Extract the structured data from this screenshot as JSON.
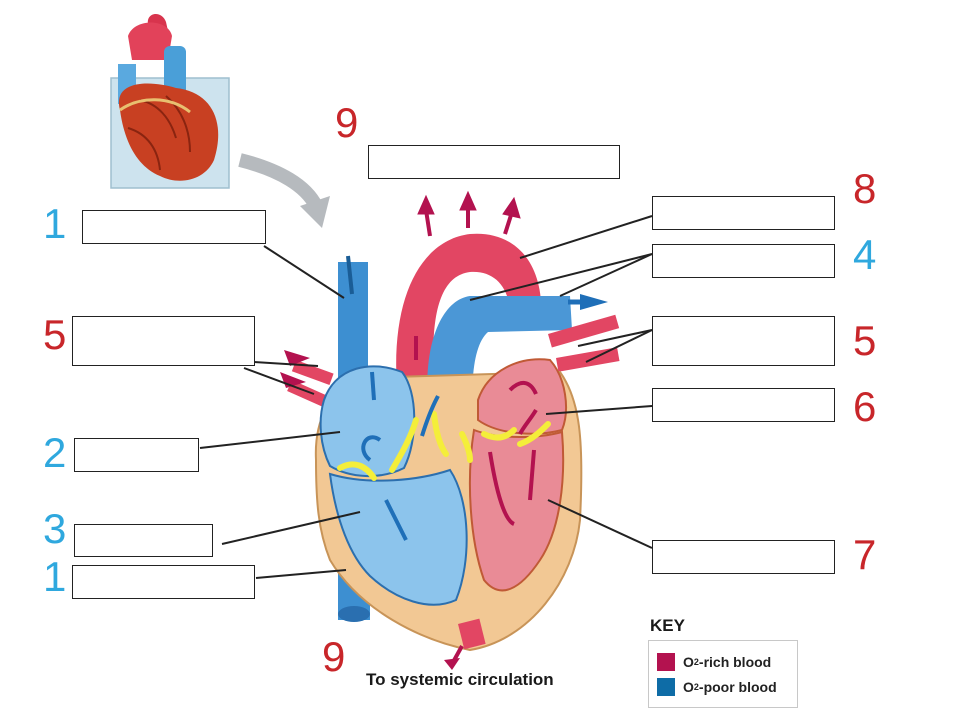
{
  "labels": {
    "n1a": "1",
    "n5a": "5",
    "n2": "2",
    "n3": "3",
    "n1b": "1",
    "n9a": "9",
    "n8": "8",
    "n4": "4",
    "n5b": "5",
    "n6": "6",
    "n7": "7",
    "n9b": "9"
  },
  "caption": "To systemic circulation",
  "key": {
    "title": "KEY",
    "o2_prefix": "O",
    "o2_sub": "2",
    "rich_label": "-rich blood",
    "poor_label": "-poor blood",
    "rich_color": "#b3124f",
    "poor_color": "#0e6ca6"
  },
  "colors": {
    "label_blue": "#2fa8de",
    "label_red": "#c8262a",
    "vein_blue": "#3d8fd1",
    "chamber_blue": "#8cc4ec",
    "artery_red": "#e24663",
    "chamber_red": "#e98b96",
    "muscle": "#f2c894",
    "valve_yellow": "#f4ee3a"
  }
}
